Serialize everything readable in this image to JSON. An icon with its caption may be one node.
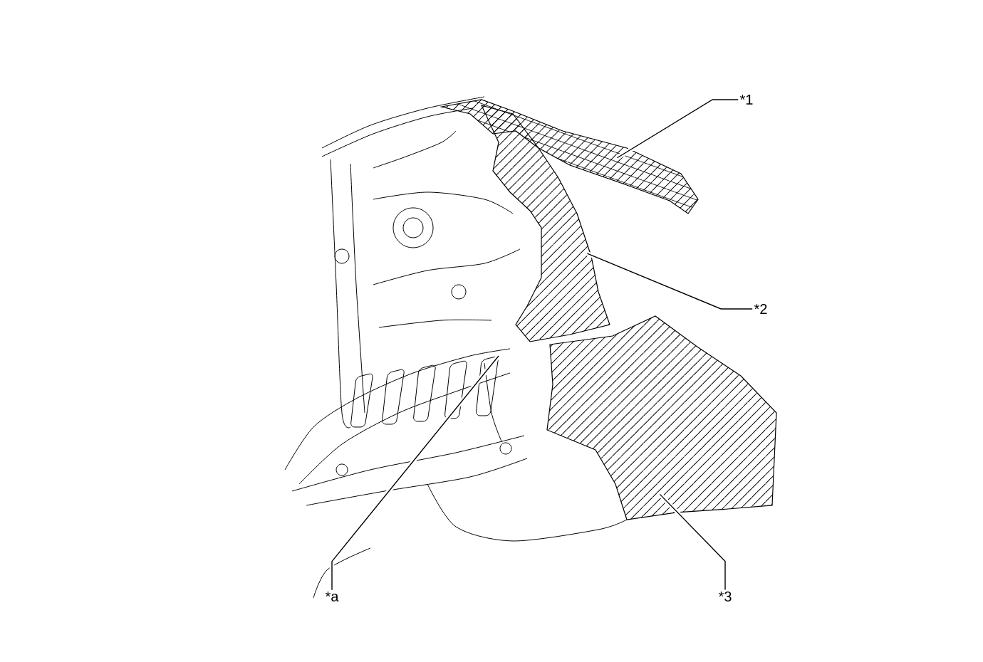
{
  "diagram": {
    "nodes": [
      {
        "text": [
          "*1"
        ]
      },
      {
        "text": [],
        "shape": "picture"
      },
      {
        "text": [
          "*2"
        ]
      },
      {
        "text": [],
        "shape": "picture"
      },
      {
        "text": [
          "*a"
        ]
      },
      {
        "text": [
          "*3"
        ]
      },
      {
        "text": [],
        "shape": "picture"
      }
    ],
    "edges": [
      {
        "from": 0,
        "to": 1,
        "arrow": "none"
      },
      {
        "from": 2,
        "to": 3,
        "arrow": "none"
      },
      {
        "from": 4,
        "to": null,
        "arrow": "none"
      },
      {
        "from": 5,
        "to": 6,
        "arrow": "none"
      }
    ]
  }
}
